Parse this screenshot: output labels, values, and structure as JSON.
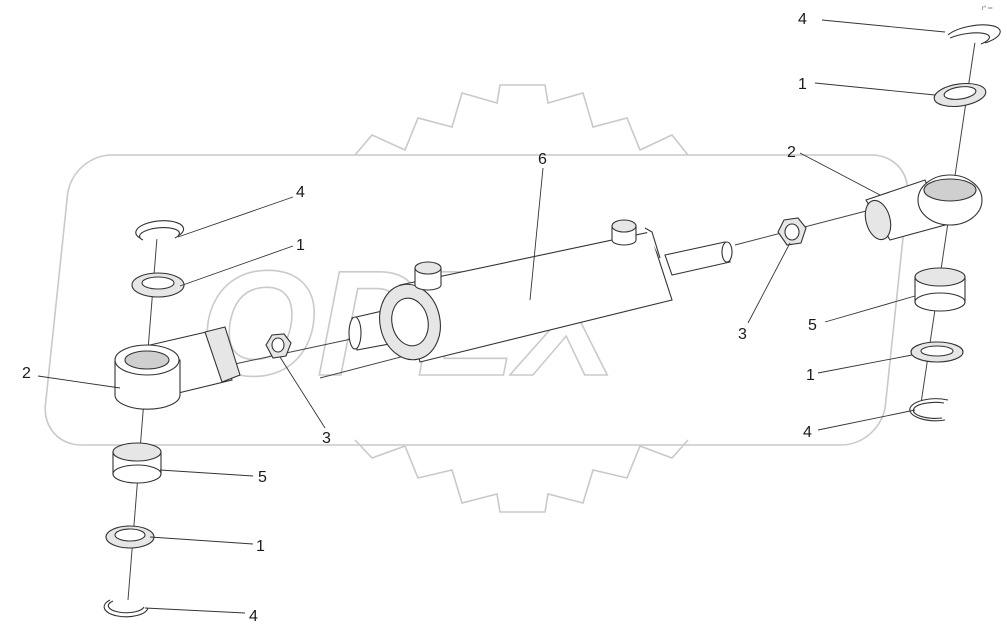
{
  "diagram": {
    "watermark_text": "OPEX",
    "corner_mark": "r° ═",
    "callouts": [
      {
        "id": "c4-top-right",
        "label": "4"
      },
      {
        "id": "c1-top-right",
        "label": "1"
      },
      {
        "id": "c2-right",
        "label": "2"
      },
      {
        "id": "c6-cylinder",
        "label": "6"
      },
      {
        "id": "c4-left-upper",
        "label": "4"
      },
      {
        "id": "c1-left-upper",
        "label": "1"
      },
      {
        "id": "c2-left",
        "label": "2"
      },
      {
        "id": "c3-left",
        "label": "3"
      },
      {
        "id": "c3-right",
        "label": "3"
      },
      {
        "id": "c5-right",
        "label": "5"
      },
      {
        "id": "c1-right-lower",
        "label": "1"
      },
      {
        "id": "c4-right-lower",
        "label": "4"
      },
      {
        "id": "c5-left",
        "label": "5"
      },
      {
        "id": "c1-left-lower",
        "label": "1"
      },
      {
        "id": "c4-left-lower",
        "label": "4"
      }
    ]
  }
}
